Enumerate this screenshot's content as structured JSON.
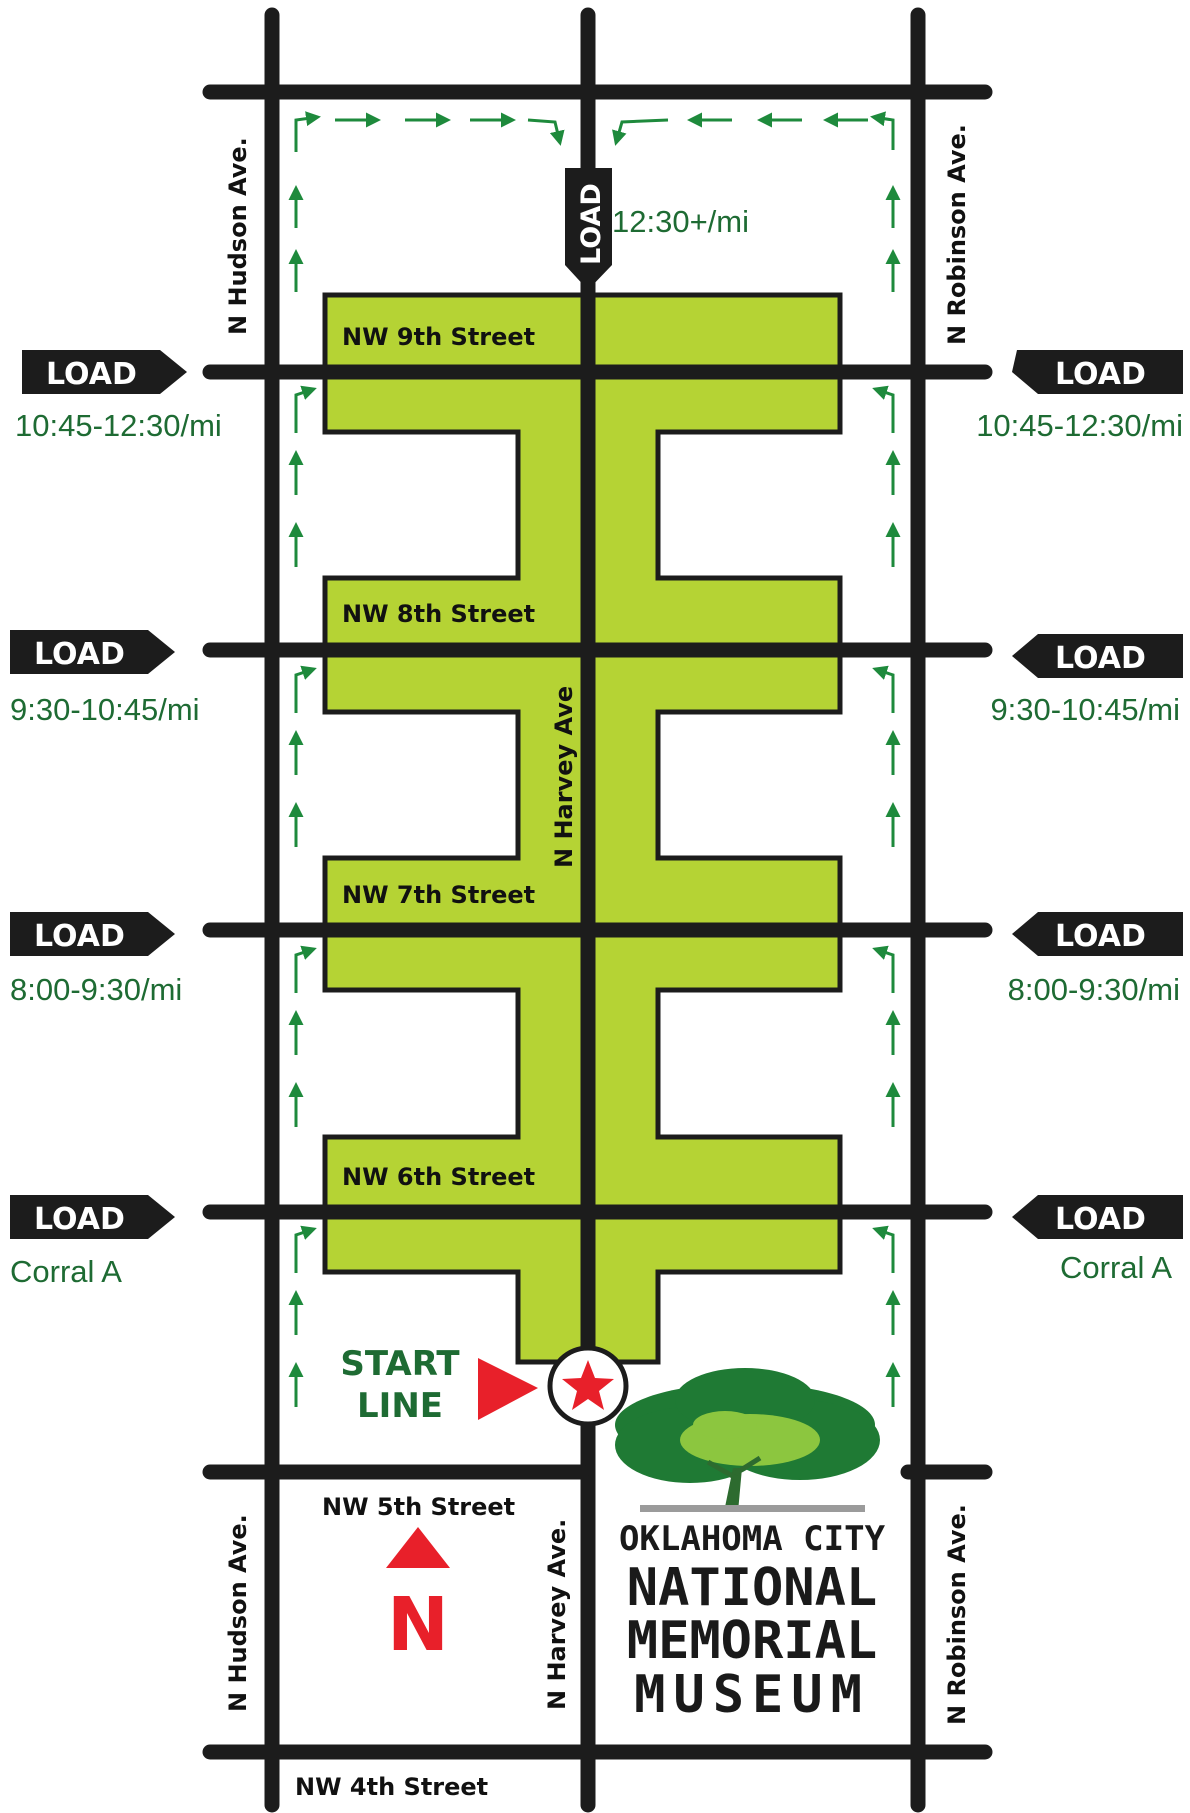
{
  "colors": {
    "road": "#1c1c1c",
    "zone": "#b5d334",
    "arrow": "#1e8a3c",
    "accent_red": "#e8202a",
    "text_green": "#1e6b33",
    "tree_dark": "#1f7a34",
    "tree_light": "#8cc63f"
  },
  "streets": {
    "ns": {
      "hudson_top": "N Hudson Ave.",
      "hudson_bottom": "N Hudson Ave.",
      "robinson_top": "N Robinson Ave.",
      "robinson_bottom": "N Robinson Ave.",
      "harvey_middle": "N Harvey Ave",
      "harvey_bottom": "N Harvey Ave."
    },
    "ew": {
      "ninth": "NW 9th Street",
      "eighth": "NW 8th Street",
      "seventh": "NW 7th Street",
      "sixth": "NW 6th Street",
      "fifth": "NW 5th Street",
      "fourth": "NW 4th Street"
    }
  },
  "load_label": "LOAD",
  "times": {
    "top": "12:30+/mi",
    "row9_left": "10:45-12:30/mi",
    "row9_right": "10:45-12:30/mi",
    "row8_left": "9:30-10:45/mi",
    "row8_right": "9:30-10:45/mi",
    "row7_left": "8:00-9:30/mi",
    "row7_right": "8:00-9:30/mi",
    "row6_left": "Corral A",
    "row6_right": "Corral A"
  },
  "start": {
    "line1": "START",
    "line2": "LINE"
  },
  "north_label": "N",
  "museum": {
    "line1": "OKLAHOMA CITY",
    "line2": "NATIONAL",
    "line3": "MEMORIAL",
    "line4": "MUSEUM"
  },
  "icons": {
    "start_marker": "star-icon",
    "north_arrow": "north-arrow-icon",
    "flow_arrows": "arrow-icon",
    "tree": "tree-icon"
  }
}
